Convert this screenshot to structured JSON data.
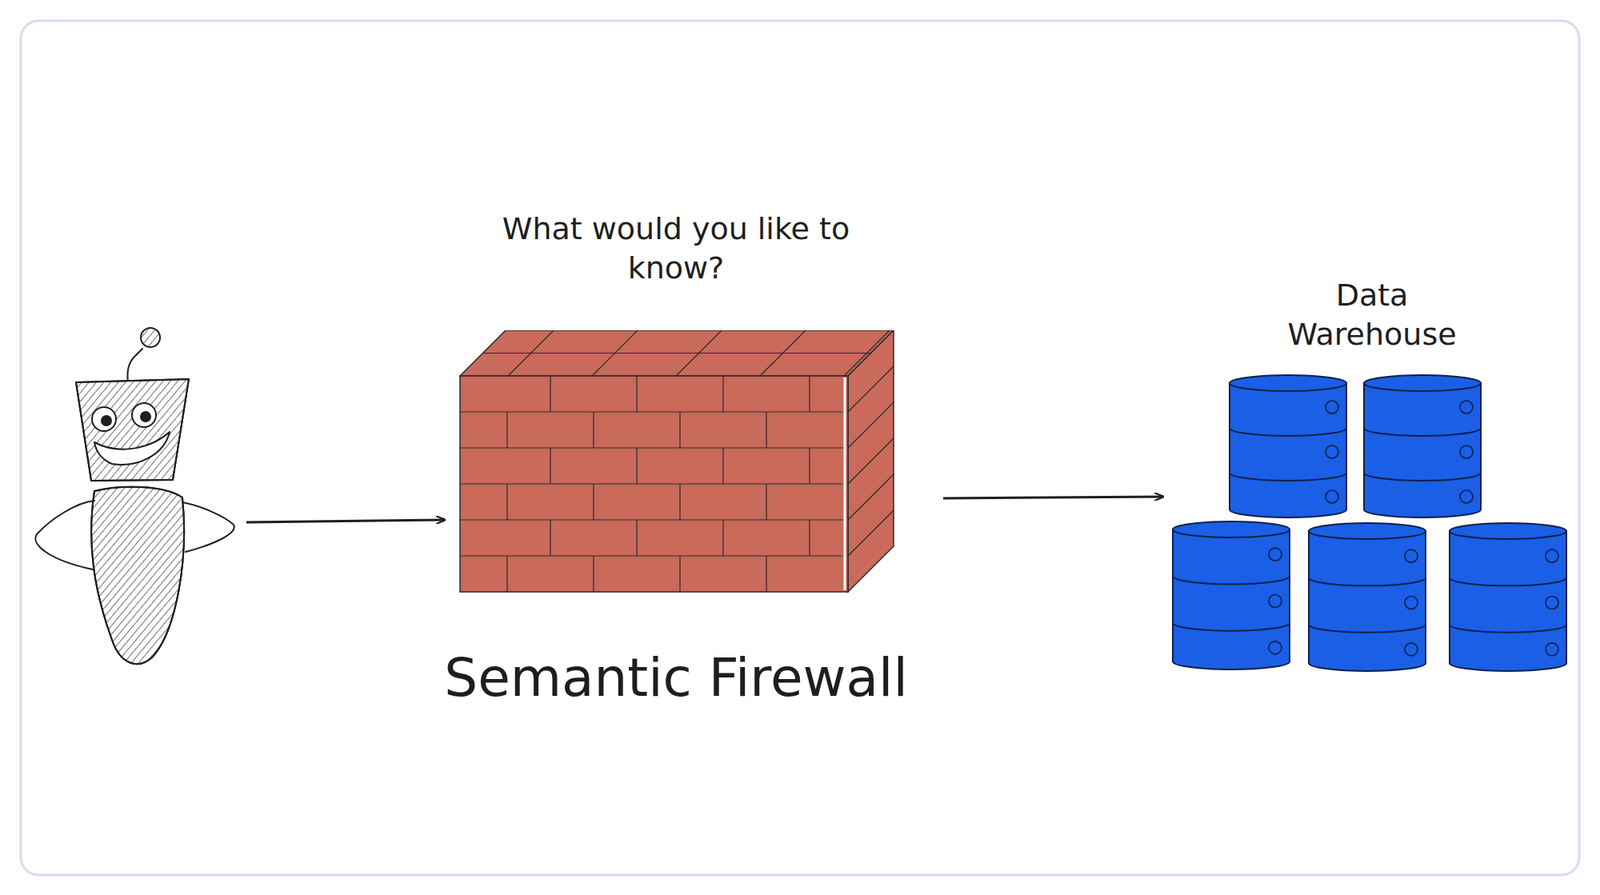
{
  "diagram": {
    "nodes": [
      {
        "text": [
          "What would you like to know?",
          "Semantic Firewall"
        ]
      },
      {
        "text": [
          "Data Warehouse"
        ]
      }
    ],
    "edges": [
      {
        "from": 0,
        "to": 1,
        "arrow": "to"
      }
    ]
  }
}
